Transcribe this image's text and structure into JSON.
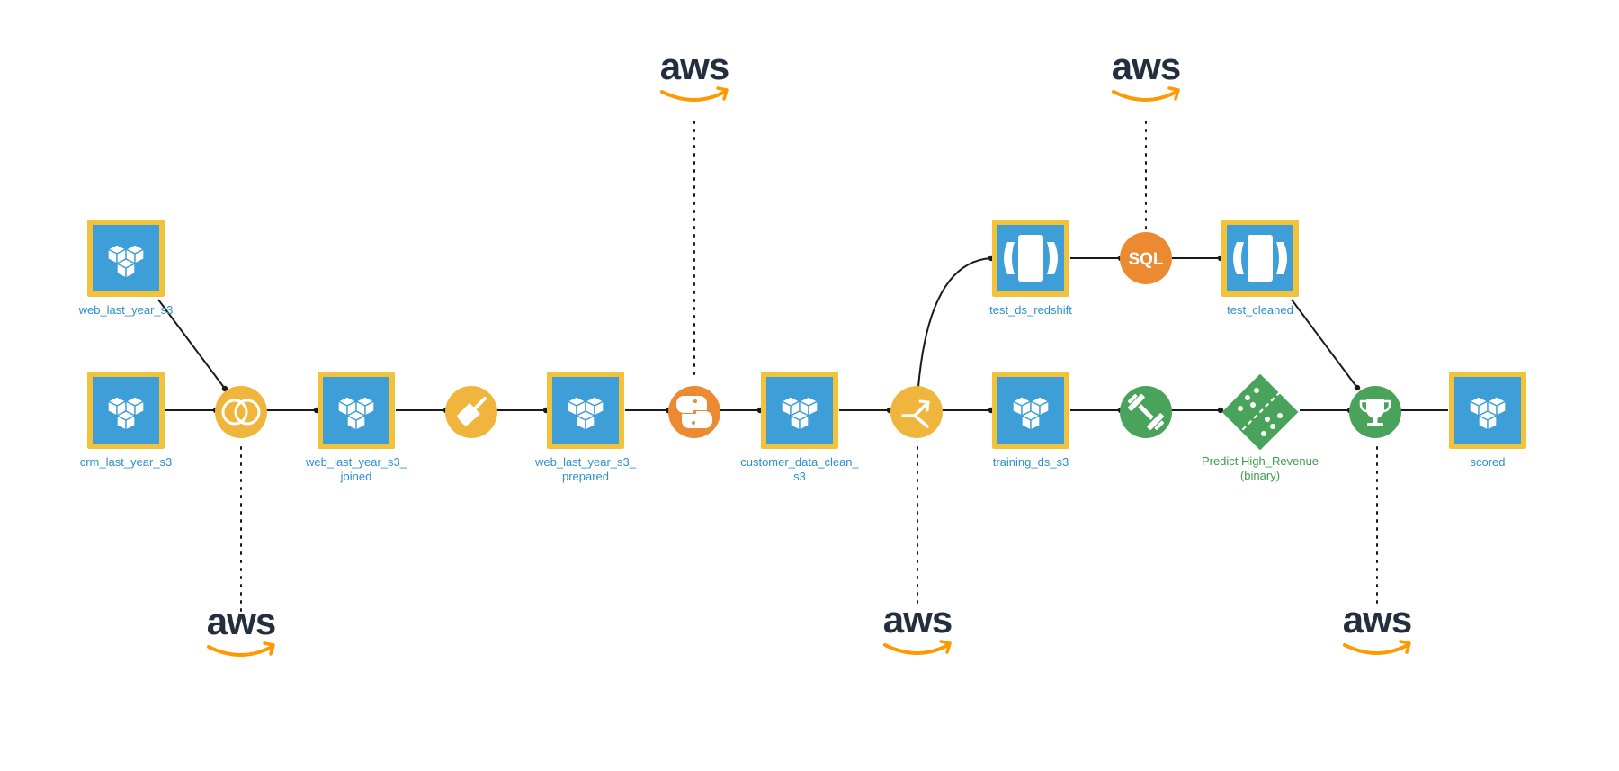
{
  "colors": {
    "dataset_fill": "#3d9ed8",
    "dataset_border": "#f3c23b",
    "dataset_label": "#2d8fd0",
    "recipe_yellow": "#f0b53d",
    "recipe_orange": "#ec8a31",
    "ml_green": "#4aa35a",
    "model_label": "#3d9d4c",
    "aws_text": "#232f3e",
    "aws_smile": "#ff9900",
    "edge": "#1a1a1a"
  },
  "aws_logos": [
    {
      "text": "aws"
    },
    {
      "text": "aws"
    },
    {
      "text": "aws"
    },
    {
      "text": "aws"
    },
    {
      "text": "aws"
    }
  ],
  "datasets": [
    {
      "icon": "s3-cubes-icon",
      "label_lines": [
        "web_last_year_s3"
      ]
    },
    {
      "icon": "s3-cubes-icon",
      "label_lines": [
        "crm_last_year_s3"
      ]
    },
    {
      "icon": "s3-cubes-icon",
      "label_lines": [
        "web_last_year_s3_",
        "joined"
      ]
    },
    {
      "icon": "s3-cubes-icon",
      "label_lines": [
        "web_last_year_s3_",
        "prepared"
      ]
    },
    {
      "icon": "s3-cubes-icon",
      "label_lines": [
        "customer_data_clean_",
        "s3"
      ]
    },
    {
      "icon": "redshift-icon",
      "label_lines": [
        "test_ds_redshift"
      ]
    },
    {
      "icon": "redshift-icon",
      "label_lines": [
        "test_cleaned"
      ]
    },
    {
      "icon": "s3-cubes-icon",
      "label_lines": [
        "training_ds_s3"
      ]
    },
    {
      "icon": "s3-cubes-icon",
      "label_lines": [
        "scored"
      ]
    }
  ],
  "recipes": [
    {
      "icon": "join-icon"
    },
    {
      "icon": "prepare-broom-icon"
    },
    {
      "icon": "python-icon"
    },
    {
      "icon": "split-icon"
    },
    {
      "icon": "sql-icon",
      "text": "SQL"
    },
    {
      "icon": "train-dumbbell-icon"
    },
    {
      "icon": "score-trophy-icon"
    }
  ],
  "model": {
    "icon": "model-icon",
    "label_lines": [
      "Predict High_Revenue",
      "(binary)"
    ]
  }
}
